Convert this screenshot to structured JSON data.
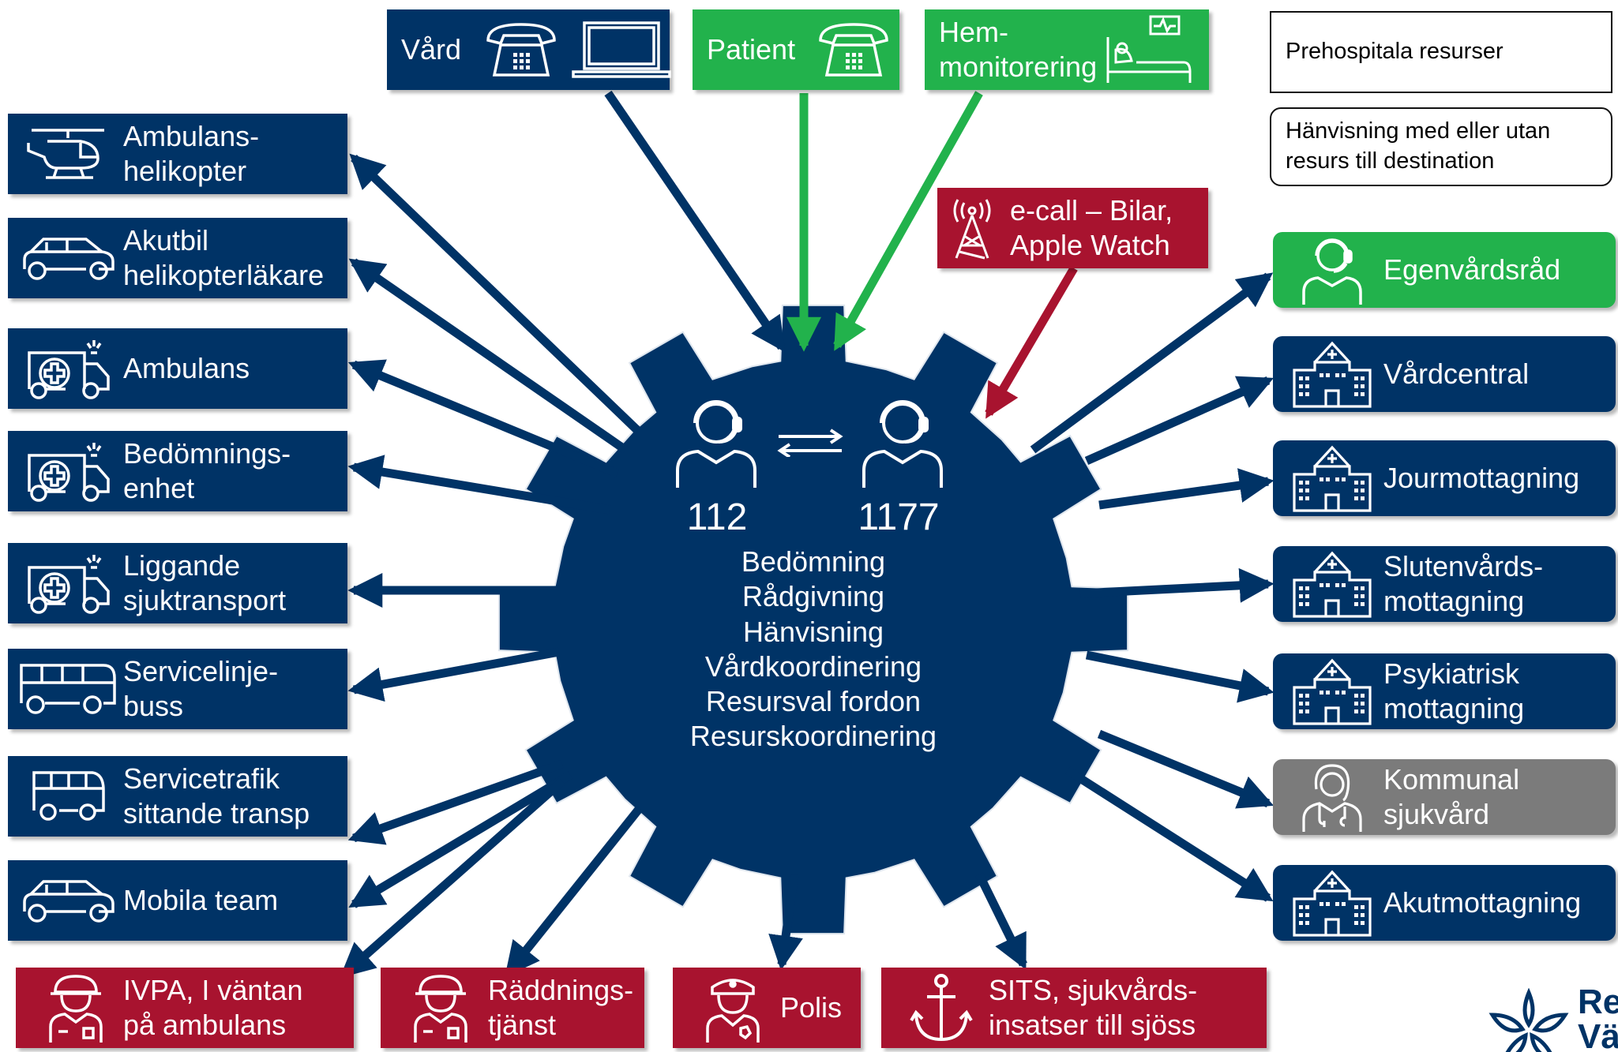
{
  "center": {
    "left_label": "112",
    "right_label": "1177",
    "lines": [
      "Bedömning",
      "Rådgivning",
      "Hänvisning",
      "Vårdkoordinering",
      "Resursval fordon",
      "Resurskoordinering"
    ]
  },
  "top_inputs": {
    "vard": "Vård",
    "patient": "Patient",
    "hemmonitorering": "Hem-\nmonitorering",
    "ecall": "e-call – Bilar,\nApple Watch"
  },
  "legend": {
    "prehospital": "Prehospitala resurser",
    "referral": "Hänvisning med eller utan\nresurs till destination"
  },
  "left_resources": [
    {
      "label": "Ambulans-\nhelikopter",
      "icon": "helicopter-icon"
    },
    {
      "label": "Akutbil\nhelikopterläkare",
      "icon": "car-icon"
    },
    {
      "label": "Ambulans",
      "icon": "ambulance-icon"
    },
    {
      "label": "Bedömnings-\nenhet",
      "icon": "ambulance-icon"
    },
    {
      "label": "Liggande\nsjuktransport",
      "icon": "ambulance-icon"
    },
    {
      "label": "Servicelinje-\nbuss",
      "icon": "bus-icon"
    },
    {
      "label": "Servicetrafik\nsittande transp",
      "icon": "minibus-icon"
    },
    {
      "label": "Mobila team",
      "icon": "car-icon"
    }
  ],
  "bottom_resources": [
    {
      "label": "IVPA,  I väntan\npå ambulans",
      "icon": "firefighter-icon"
    },
    {
      "label": "Räddnings-\ntjänst",
      "icon": "firefighter-icon"
    },
    {
      "label": "Polis",
      "icon": "police-icon"
    },
    {
      "label": "SITS,  sjukvårds-\ninsatser till sjöss",
      "icon": "anchor-icon"
    }
  ],
  "right_destinations": [
    {
      "label": "Egenvårdsråd",
      "icon": "headset-person-icon"
    },
    {
      "label": "Vårdcentral",
      "icon": "hospital-icon"
    },
    {
      "label": "Jourmottagning",
      "icon": "hospital-icon"
    },
    {
      "label": "Slutenvårds-\nmottagning",
      "icon": "hospital-icon"
    },
    {
      "label": "Psykiatrisk\nmottagning",
      "icon": "hospital-icon"
    },
    {
      "label": "Kommunal\nsjukvård",
      "icon": "nurse-icon"
    },
    {
      "label": "Akutmottagning",
      "icon": "hospital-icon"
    }
  ],
  "logo": {
    "text": "Re\nVä"
  },
  "colors": {
    "navy": "#003366",
    "green": "#22b24c",
    "red": "#a8132f",
    "gray": "#7b7b7b"
  }
}
